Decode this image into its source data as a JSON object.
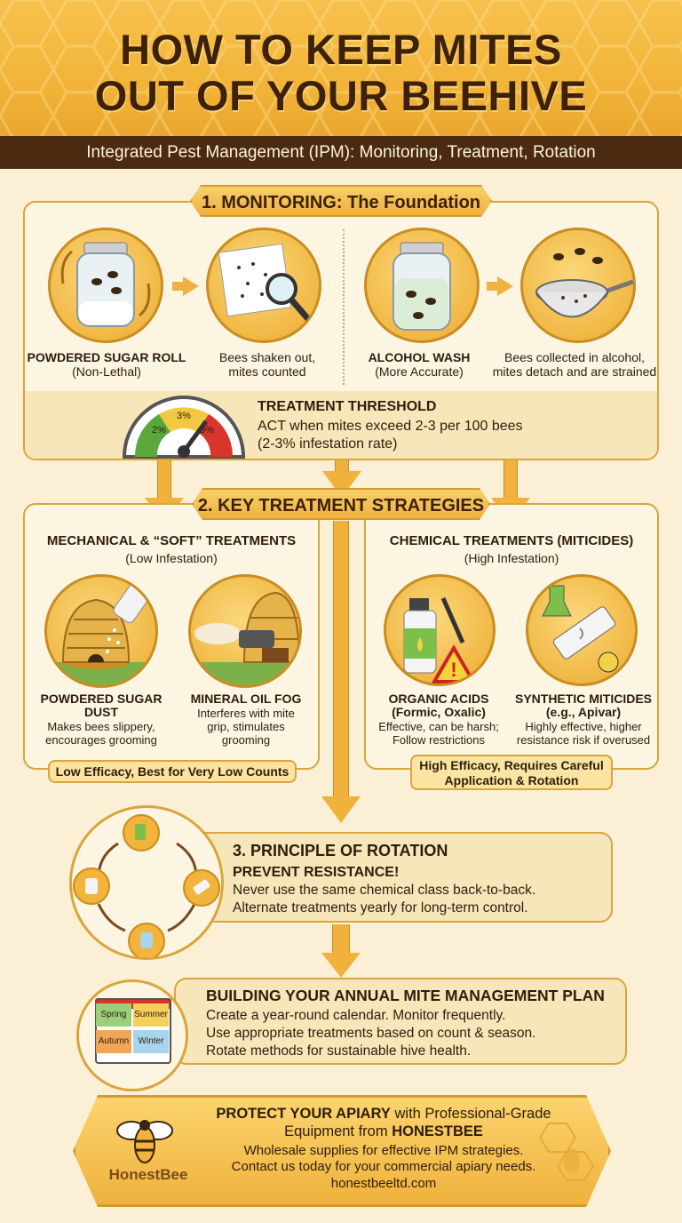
{
  "title_line1": "HOW TO KEEP MITES",
  "title_line2": "OUT OF YOUR BEEHIVE",
  "subtitle": "Integrated Pest Management (IPM): Monitoring, Treatment, Rotation",
  "monitoring": {
    "heading": "1. MONITORING: The Foundation",
    "sugar_roll_title": "POWDERED SUGAR ROLL",
    "sugar_roll_sub": "(Non-Lethal)",
    "shaken_line1": "Bees shaken out,",
    "shaken_line2": "mites counted",
    "alcohol_title": "ALCOHOL WASH",
    "alcohol_sub": "(More Accurate)",
    "collected_line1": "Bees collected in alcohol,",
    "collected_line2": "mites detach and are strained",
    "threshold_title": "TREATMENT THRESHOLD",
    "threshold_line1": "ACT when mites exceed 2-3 per 100 bees",
    "threshold_line2": "(2-3% infestation rate)",
    "gauge_labels": [
      "2%",
      "3%",
      "3%"
    ]
  },
  "treatments": {
    "heading": "2. KEY TREATMENT STRATEGIES",
    "mechanical_title": "MECHANICAL & “SOFT” TREATMENTS",
    "mechanical_sub": "(Low Infestation)",
    "dust_title_1": "POWDERED SUGAR",
    "dust_title_2": "DUST",
    "dust_line1": "Makes bees slippery,",
    "dust_line2": "encourages grooming",
    "fog_title": "MINERAL OIL FOG",
    "fog_line1": "Interferes with mite",
    "fog_line2": "grip, stimulates",
    "fog_line3": "grooming",
    "low_efficacy": "Low Efficacy, Best for Very Low Counts",
    "chemical_title": "CHEMICAL TREATMENTS (MITICIDES)",
    "chemical_sub": "(High Infestation)",
    "organic_title_1": "ORGANIC ACIDS",
    "organic_title_2": "(Formic, Oxalic)",
    "organic_line1": "Effective, can be harsh;",
    "organic_line2": "Follow restrictions",
    "synthetic_title_1": "SYNTHETIC MITICIDES",
    "synthetic_title_2": "(e.g., Apivar)",
    "synthetic_line1": "Highly effective, higher",
    "synthetic_line2": "resistance risk if overused",
    "high_efficacy_1": "High Efficacy, Requires Careful",
    "high_efficacy_2": "Application & Rotation"
  },
  "rotation": {
    "heading": "3. PRINCIPLE OF ROTATION",
    "sub": "PREVENT RESISTANCE!",
    "line1": "Never use the same chemical class back-to-back.",
    "line2": "Alternate treatments yearly for long-term control."
  },
  "plan": {
    "heading": "BUILDING YOUR ANNUAL MITE MANAGEMENT PLAN",
    "line1": "Create a year-round calendar. Monitor frequently.",
    "line2": "Use appropriate treatments based on count & season.",
    "line3": "Rotate methods for sustainable hive health.",
    "seasons": [
      "Spring",
      "Summer",
      "Autumn",
      "Winter"
    ],
    "season_colors": [
      "#9ccf7a",
      "#f6cf5a",
      "#f0a65a",
      "#a9d4ee"
    ]
  },
  "footer": {
    "line1_bold": "PROTECT YOUR APIARY",
    "line1_rest": " with Professional-Grade",
    "line2_rest": "Equipment from ",
    "line2_bold": "HONESTBEE",
    "line3": "Wholesale supplies for effective IPM strategies.",
    "line4": "Contact us today for your commercial apiary needs.",
    "url": "honestbeeltd.com",
    "logo_text": "HonestBee"
  },
  "colors": {
    "accent": "#f0b23c",
    "dark_brown": "#4a2a10",
    "panel_border": "#d9a53c",
    "background": "#fbf0d6"
  }
}
